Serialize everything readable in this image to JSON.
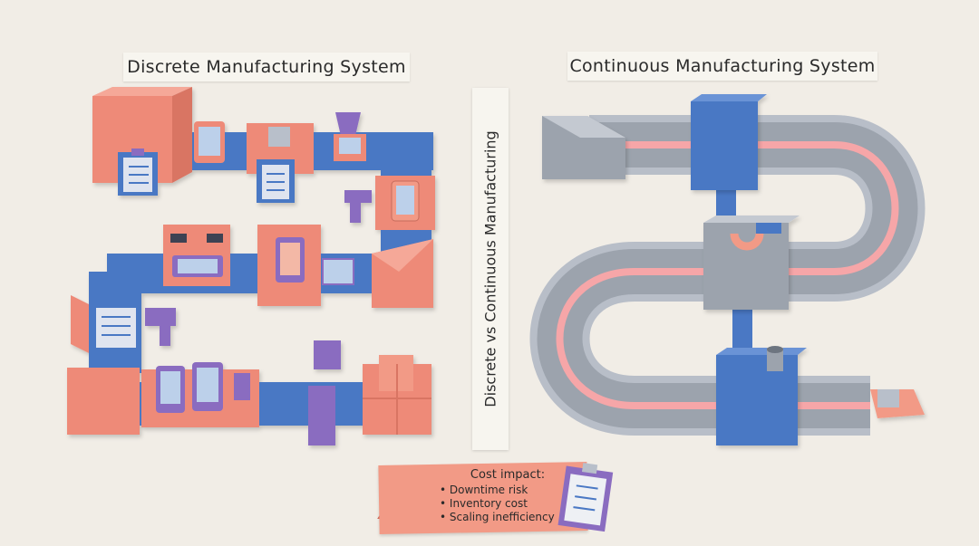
{
  "titles": {
    "left": "Discrete Manufacturing System",
    "right": "Continuous Manufacturing System"
  },
  "divider": {
    "label": "Discrete vs Continuous Manufacturing"
  },
  "cost_note": {
    "title": "Cost impact:",
    "items": [
      "Downtime risk",
      "Inventory cost",
      "Scaling inefficiency"
    ]
  },
  "colors": {
    "blue": "#4a78c4",
    "coral": "#ee8a78",
    "purple": "#8a6cc0",
    "gray": "#9ca3ad",
    "pink_track": "#f6a6a8",
    "paper": "#f7f5ef"
  },
  "icons": [
    "warning-icon",
    "clipboard-icon",
    "phone-icon",
    "pipe-icon"
  ]
}
